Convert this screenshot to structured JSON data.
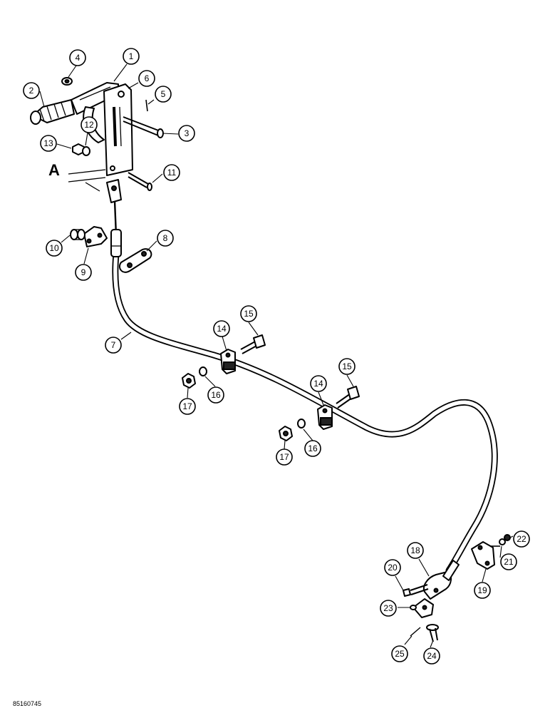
{
  "view_label": "A",
  "drawing_number": "85160745",
  "callouts": {
    "c1": "1",
    "c2": "2",
    "c3": "3",
    "c4": "4",
    "c5": "5",
    "c6": "6",
    "c7": "7",
    "c8": "8",
    "c9": "9",
    "c10": "10",
    "c11": "11",
    "c12": "12",
    "c13": "13",
    "c14a": "14",
    "c14b": "14",
    "c15a": "15",
    "c15b": "15",
    "c16a": "16",
    "c16b": "16",
    "c17a": "17",
    "c17b": "17",
    "c18": "18",
    "c19": "19",
    "c20": "20",
    "c21": "21",
    "c22": "22",
    "c23": "23",
    "c24": "24",
    "c25": "25"
  }
}
